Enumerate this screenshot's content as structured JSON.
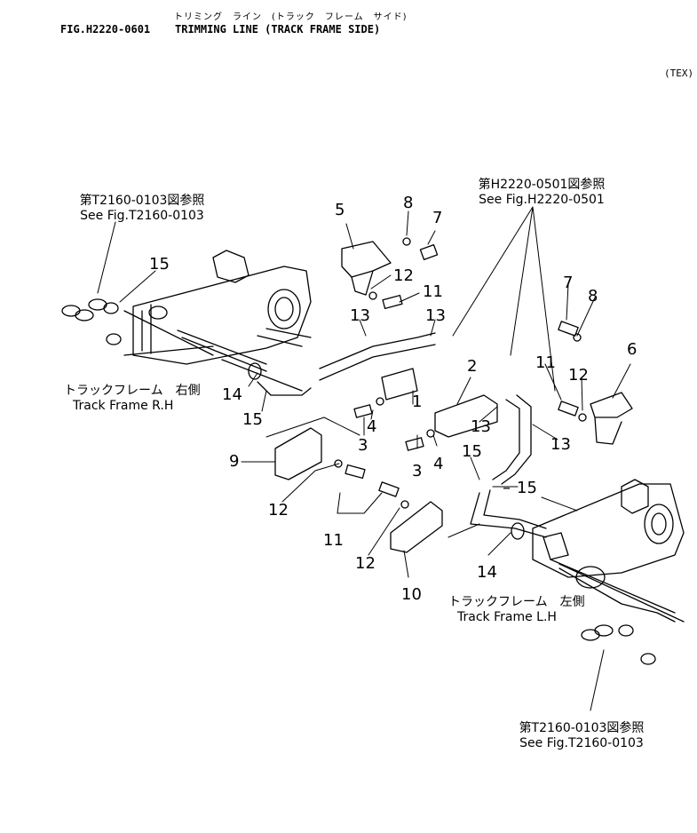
{
  "header": {
    "title_jp": "トリミング　ライン　(トラック　フレーム　サイド)",
    "fig_code": "FIG.H2220-0601",
    "title_en": "TRIMMING LINE (TRACK FRAME SIDE)",
    "variant": "(TEX)"
  },
  "references": {
    "ref_tl": {
      "jp": "第T2160-0103図参照",
      "en": "See Fig.T2160-0103"
    },
    "ref_tr": {
      "jp": "第H2220-0501図参照",
      "en": "See Fig.H2220-0501"
    },
    "ref_br": {
      "jp": "第T2160-0103図参照",
      "en": "See Fig.T2160-0103"
    }
  },
  "frames": {
    "rh": {
      "jp": "トラックフレーム　右側",
      "en": "Track Frame R.H"
    },
    "lh": {
      "jp": "トラックフレーム　左側",
      "en": "Track Frame L.H"
    }
  },
  "callouts": [
    "5",
    "8",
    "7",
    "15",
    "12",
    "11",
    "13",
    "13",
    "14",
    "15",
    "2",
    "1",
    "4",
    "3",
    "4",
    "3",
    "13",
    "13",
    "11",
    "12",
    "7",
    "8",
    "6",
    "9",
    "12",
    "11",
    "12",
    "10",
    "15",
    "15",
    "14"
  ]
}
